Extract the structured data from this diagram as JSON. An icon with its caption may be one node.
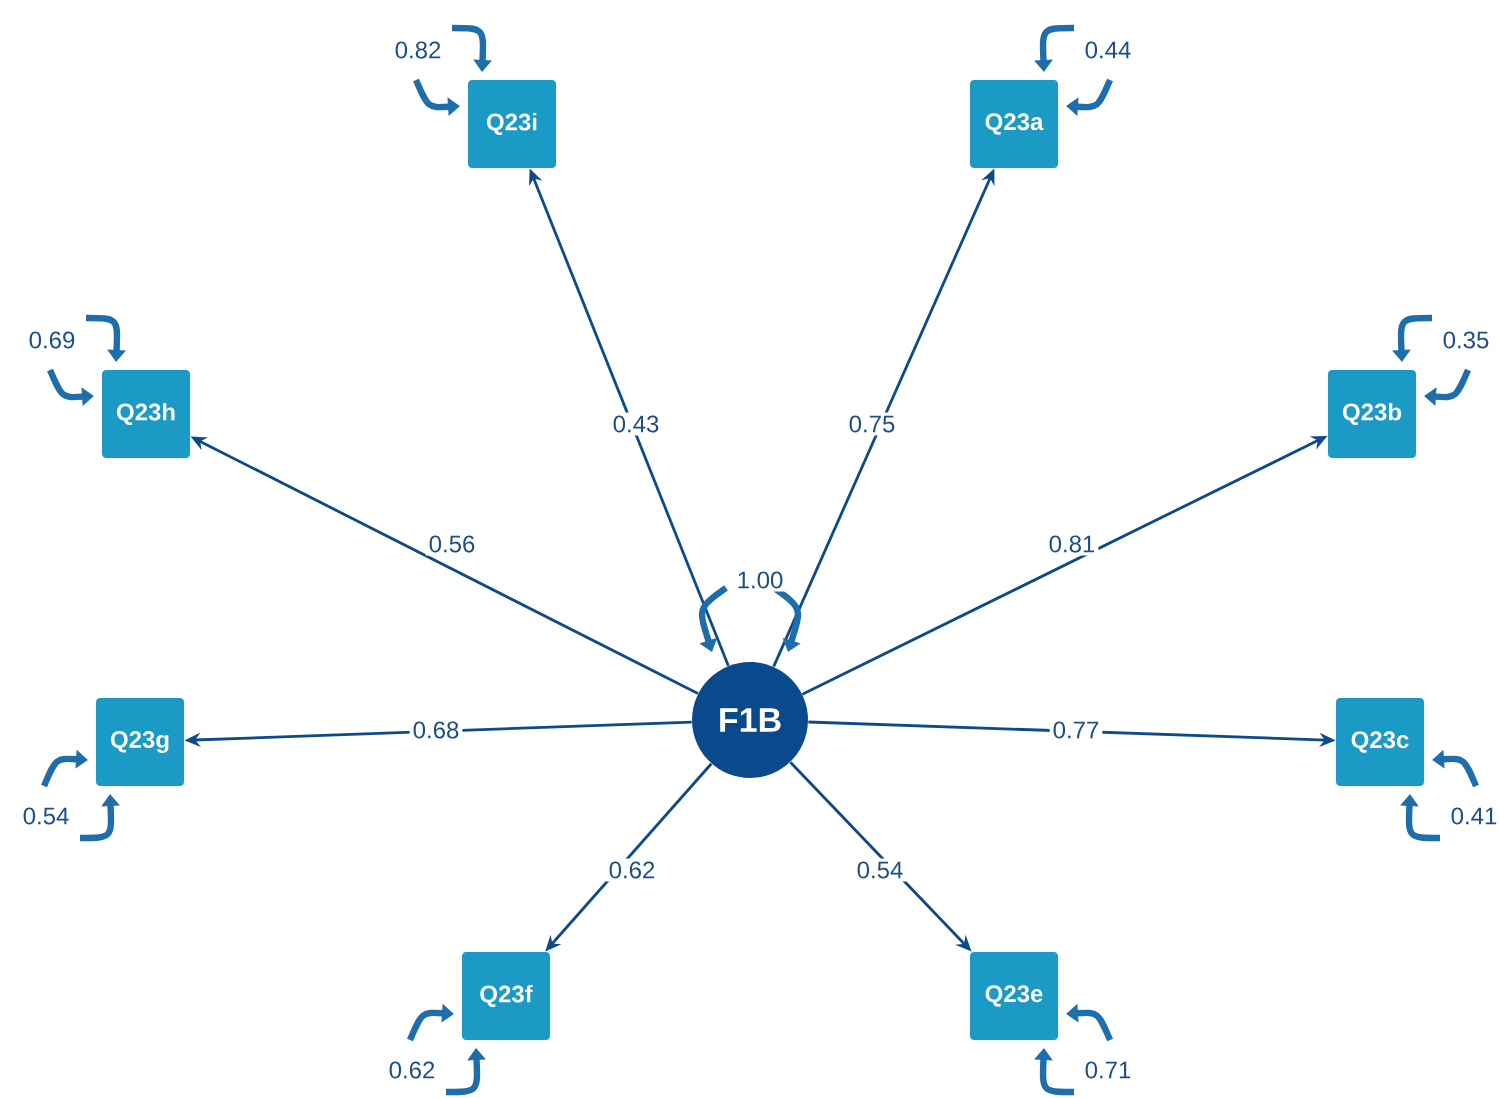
{
  "diagram": {
    "nodes": [
      {
        "text": [
          "F1B"
        ]
      },
      {
        "text": [
          "Q23i"
        ]
      },
      {
        "text": [
          "Q23a"
        ]
      },
      {
        "text": [
          "Q23h"
        ]
      },
      {
        "text": [
          "Q23b"
        ]
      },
      {
        "text": [
          "Q23g"
        ]
      },
      {
        "text": [
          "Q23c"
        ]
      },
      {
        "text": [
          "Q23f"
        ]
      },
      {
        "text": [
          "Q23e"
        ]
      }
    ],
    "edges": [
      {
        "from": 0,
        "to": 1,
        "arrow": "to",
        "label": "0.43"
      },
      {
        "from": 0,
        "to": 2,
        "arrow": "to",
        "label": "0.75"
      },
      {
        "from": 0,
        "to": 3,
        "arrow": "to",
        "label": "0.56"
      },
      {
        "from": 0,
        "to": 4,
        "arrow": "to",
        "label": "0.81"
      },
      {
        "from": 0,
        "to": 5,
        "arrow": "to",
        "label": "0.68"
      },
      {
        "from": 0,
        "to": 6,
        "arrow": "to",
        "label": "0.77"
      },
      {
        "from": 0,
        "to": 7,
        "arrow": "to",
        "label": "0.62"
      },
      {
        "from": 0,
        "to": 8,
        "arrow": "to",
        "label": "0.54"
      },
      {
        "from": null,
        "to": 0,
        "arrow": "to",
        "label": "1.00"
      },
      {
        "from": null,
        "to": 0,
        "arrow": "to"
      },
      {
        "from": null,
        "to": 1,
        "arrow": "to",
        "label": "0.82"
      },
      {
        "from": null,
        "to": 1,
        "arrow": "to"
      },
      {
        "from": null,
        "to": 2,
        "arrow": "to",
        "label": "0.44"
      },
      {
        "from": null,
        "to": 2,
        "arrow": "to"
      },
      {
        "from": null,
        "to": 3,
        "arrow": "to",
        "label": "0.69"
      },
      {
        "from": null,
        "to": 3,
        "arrow": "to"
      },
      {
        "from": null,
        "to": 4,
        "arrow": "to",
        "label": "0.35"
      },
      {
        "from": null,
        "to": 4,
        "arrow": "to"
      },
      {
        "from": null,
        "to": 5,
        "arrow": "to",
        "label": "0.54"
      },
      {
        "from": null,
        "to": 5,
        "arrow": "to"
      },
      {
        "from": null,
        "to": 6,
        "arrow": "to",
        "label": "0.41"
      },
      {
        "from": null,
        "to": 6,
        "arrow": "to"
      },
      {
        "from": null,
        "to": 7,
        "arrow": "to",
        "label": "0.62"
      },
      {
        "from": null,
        "to": 7,
        "arrow": "to"
      },
      {
        "from": null,
        "to": 8,
        "arrow": "to",
        "label": "0.71"
      },
      {
        "from": null,
        "to": 8,
        "arrow": "to"
      }
    ]
  }
}
